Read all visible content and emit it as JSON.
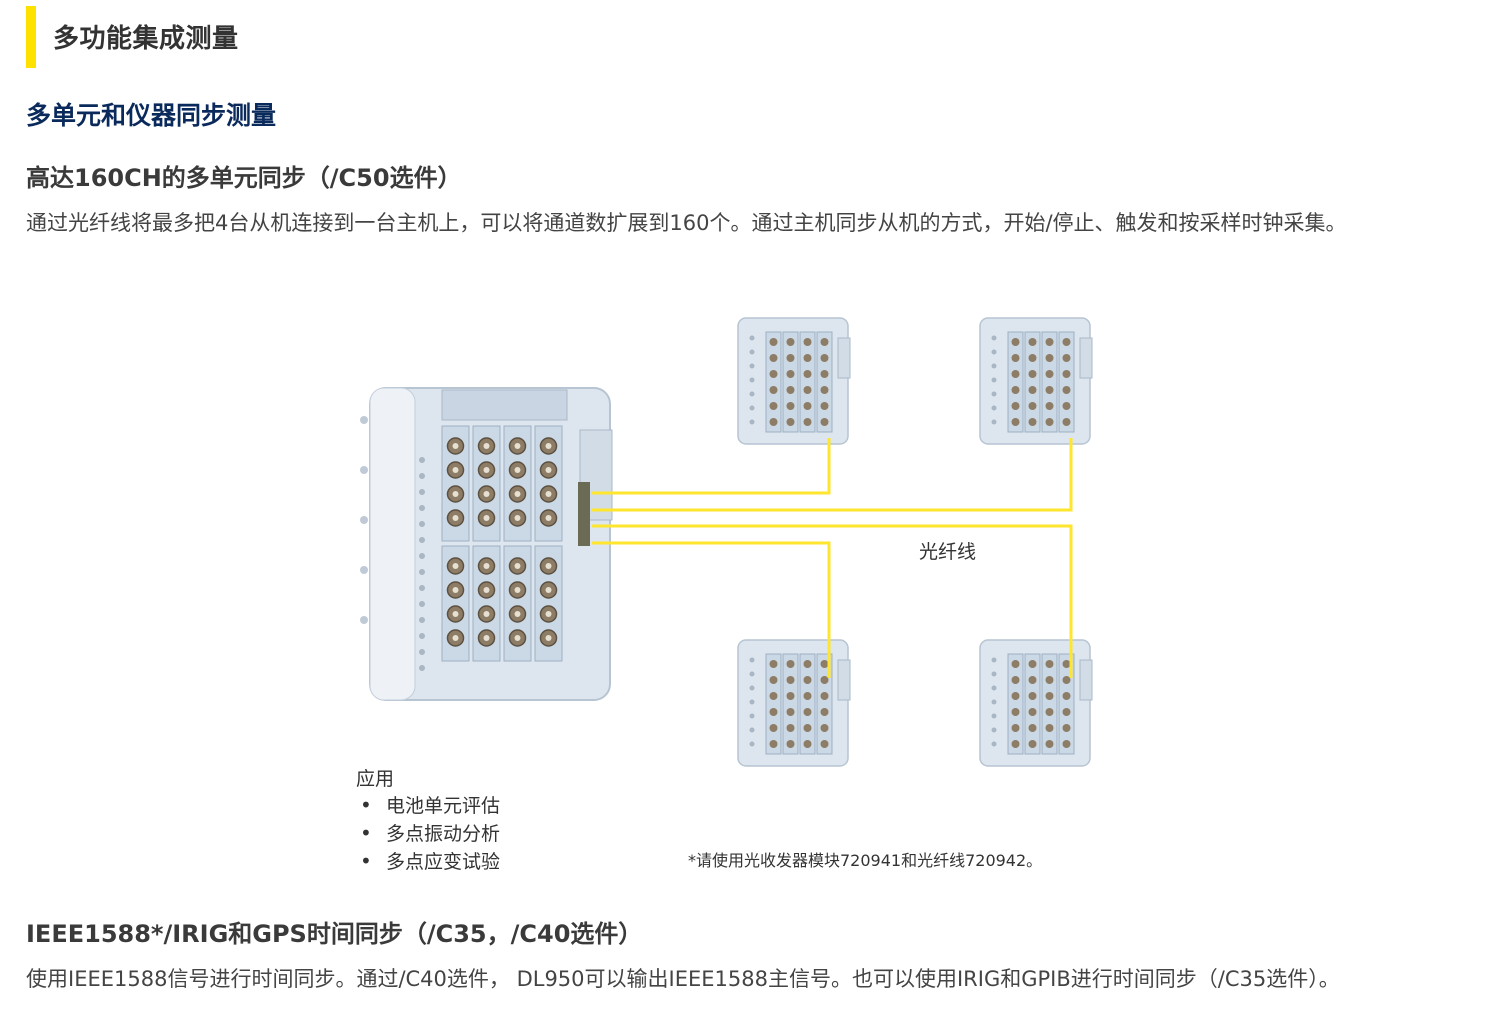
{
  "section": {
    "title": "多功能集成测量"
  },
  "subtitle": "多单元和仪器同步测量",
  "block1": {
    "heading": "高达160CH的多单元同步（/C50选件）",
    "text": "通过光纤线将最多把4台从机连接到一台主机上，可以将通道数扩展到160个。通过主机同步从机的方式，开始/停止、触发和按采样时钟采集。"
  },
  "figure": {
    "fiber_label": "光纤线",
    "applications_title": "应用",
    "applications": [
      "电池单元评估",
      "多点振动分析",
      "多点应变试验"
    ],
    "footnote": "*请使用光收发器模块720941和光纤线720942。",
    "colors": {
      "fiber": "#ffe62e",
      "unit_body": "#dde6ef",
      "module": "#cbd8e5"
    }
  },
  "block2": {
    "heading": "IEEE1588*/IRIG和GPS时间同步（/C35，/C40选件）",
    "text": "使用IEEE1588信号进行时间同步。通过/C40选件， DL950可以输出IEEE1588主信号。也可以使用IRIG和GPIB进行时间同步（/C35选件）。"
  },
  "accent": {
    "bar": "#ffe100",
    "subtitle": "#0b2a5c"
  }
}
